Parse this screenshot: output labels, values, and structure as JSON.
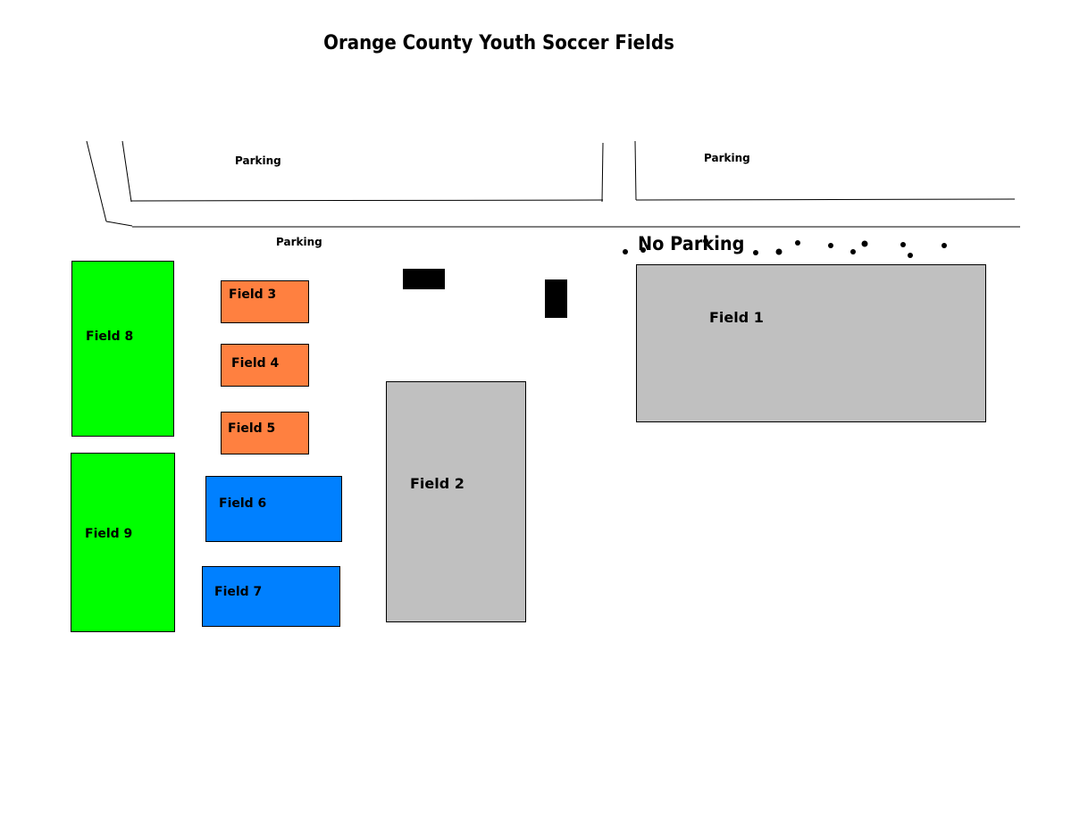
{
  "title": "Orange County Youth Soccer Fields",
  "parking_labels": [
    "Parking",
    "Parking",
    "Parking"
  ],
  "no_parking_label": "No Parking",
  "fields": {
    "field1": "Field 1",
    "field2": "Field 2",
    "field3": "Field 3",
    "field4": "Field 4",
    "field5": "Field 5",
    "field6": "Field 6",
    "field7": "Field 7",
    "field8": "Field 8",
    "field9": "Field 9"
  },
  "colors": {
    "green_fields": "#00ff00",
    "orange_fields": "#ff8040",
    "blue_fields": "#0080ff",
    "gray_fields": "#c0c0c0",
    "buildings": "#000000"
  }
}
